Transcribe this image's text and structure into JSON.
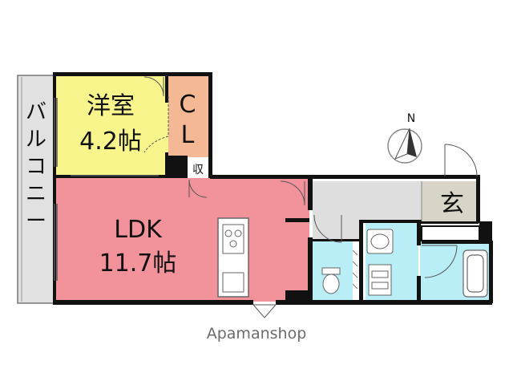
{
  "rooms": {
    "western_room": {
      "name": "洋室",
      "size": "4.2帖",
      "color": "#f7f58c"
    },
    "closet": {
      "line1": "C",
      "line2": "L",
      "color": "#f5b894"
    },
    "storage": {
      "label": "収"
    },
    "ldk": {
      "name": "LDK",
      "size": "11.7帖",
      "color": "#f2929a"
    },
    "entrance": {
      "label": "玄",
      "color": "#d8d5c8"
    },
    "balcony": {
      "label": "バルコニー",
      "color": "#e1e1e1"
    },
    "hall": {
      "color": "#dedede"
    },
    "toilet": {
      "color": "#b9eef7"
    },
    "washroom": {
      "color": "#b9eef7"
    },
    "bathroom": {
      "color": "#b9eef7"
    }
  },
  "compass": {
    "label": "N",
    "icon": "north-arrow-icon"
  },
  "watermark": {
    "text": "Apamanshop"
  }
}
